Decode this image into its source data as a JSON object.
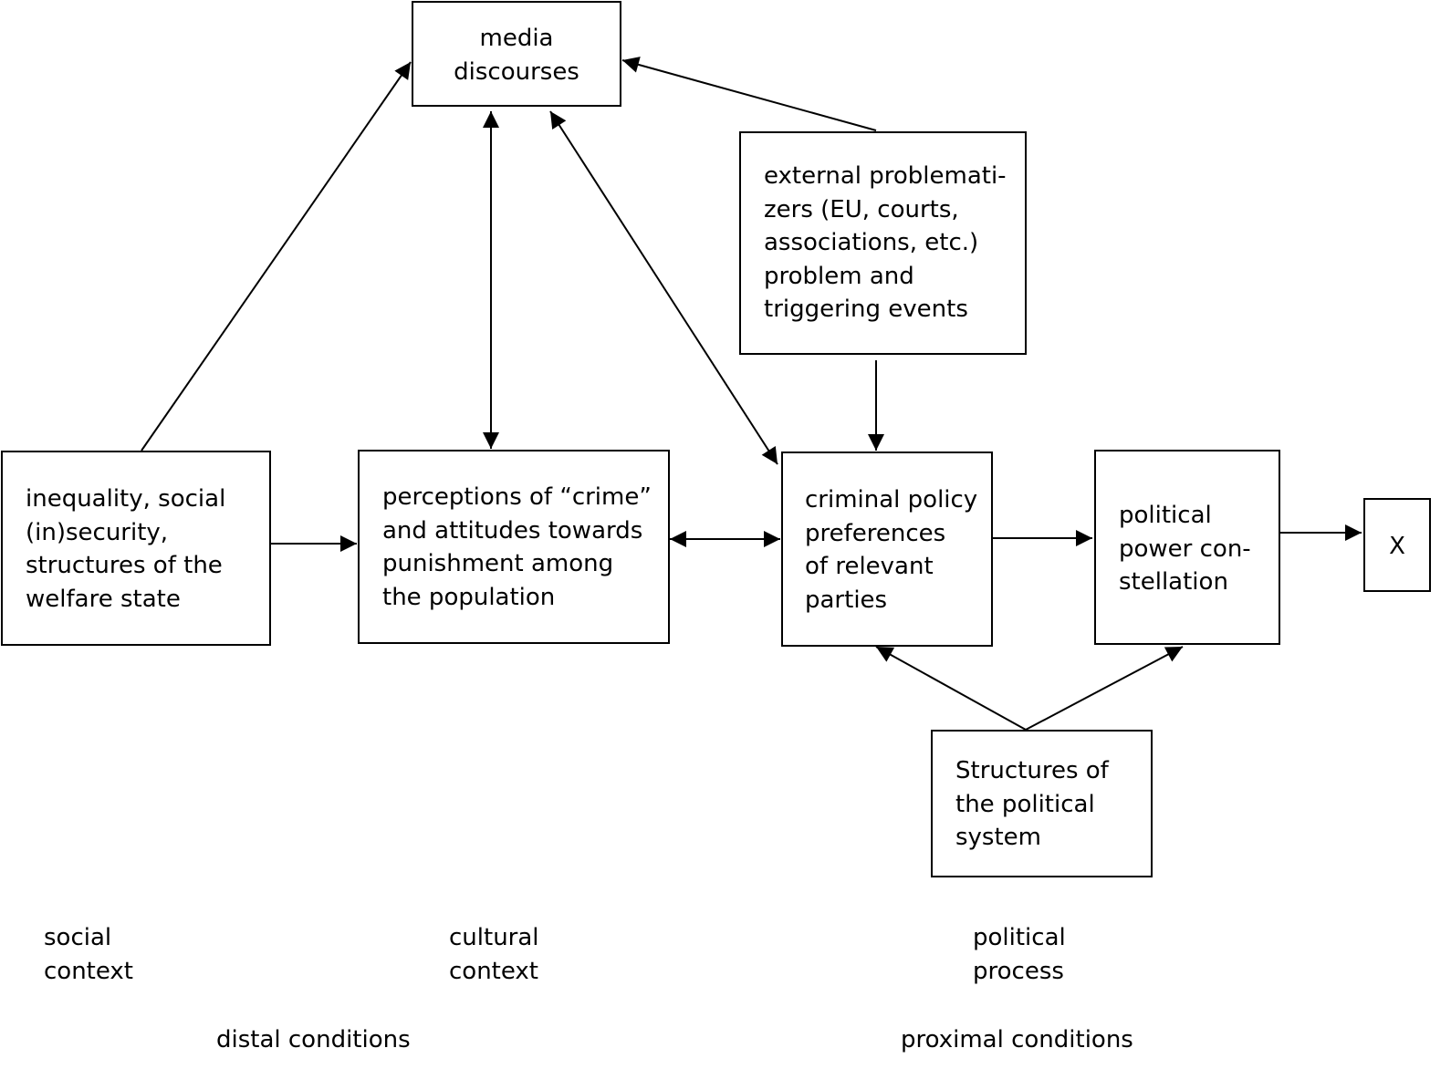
{
  "nodes": {
    "media": {
      "lines": [
        "media",
        "discourses"
      ]
    },
    "external": {
      "lines": [
        "external problemati-",
        "zers (EU, courts,",
        "associations, etc.)",
        "problem and",
        "triggering events"
      ]
    },
    "inequality": {
      "lines": [
        "inequality, social",
        "(in)security,",
        "structures of the",
        "welfare state"
      ]
    },
    "perceptions": {
      "lines": [
        "perceptions of “crime”",
        "and attitudes towards",
        "punishment among",
        "the population"
      ]
    },
    "criminal": {
      "lines": [
        "criminal policy",
        "preferences",
        "of relevant",
        "parties"
      ]
    },
    "political_power": {
      "lines": [
        "political",
        "power con-",
        "stellation"
      ]
    },
    "x": {
      "label": "X"
    },
    "structures": {
      "lines": [
        "Structures of",
        "the political",
        "system"
      ]
    }
  },
  "context_labels": {
    "social": [
      "social",
      "context"
    ],
    "cultural": [
      "cultural",
      "context"
    ],
    "political": [
      "political",
      "process"
    ]
  },
  "condition_labels": {
    "distal": "distal conditions",
    "proximal": "proximal conditions"
  },
  "style": {
    "stroke_color": "#000000",
    "background": "#ffffff"
  }
}
